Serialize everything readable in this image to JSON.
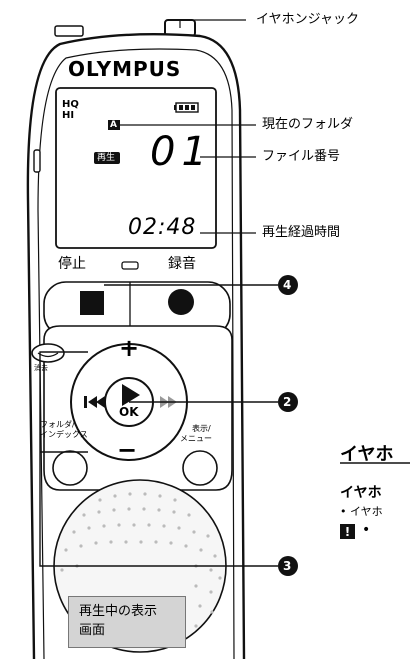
{
  "labels": {
    "jack": "イヤホンジャック",
    "folder": "現在のフォルダ",
    "file_no": "ファイル番号",
    "elapsed": "再生経過時間"
  },
  "device": {
    "brand": "OLYMPUS",
    "hq": "HQ",
    "hi": "HI",
    "folder_letter": "A",
    "play_badge": "再生",
    "file_number": "01",
    "time": "02:48",
    "stop_label": "停止",
    "rec_label": "録音",
    "ok": "OK",
    "plus": "+",
    "minus": "−",
    "folder_index_label_1": "フォルダ/",
    "folder_index_label_2": "インデックス",
    "display_menu_label_1": "表示/",
    "display_menu_label_2": "メニュー",
    "erase_label": "消去"
  },
  "callouts": {
    "four": "4",
    "two": "2",
    "three": "3"
  },
  "section": {
    "heading": "イヤホ",
    "subheading": "イヤホ",
    "bullet": "• イヤホ",
    "warn_bullet": "•"
  },
  "note": {
    "line1": "再生中の表示",
    "line2": "画面"
  },
  "colors": {
    "lcd": "#ffffff",
    "body": "#ffffff",
    "stroke": "#111111",
    "note_bg": "#d4d4d4"
  }
}
